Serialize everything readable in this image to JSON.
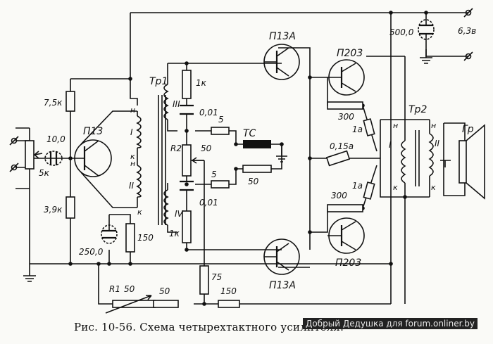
{
  "caption": "Рис. 10-56. Схема четырехтактного усилителя.",
  "watermark": "Добрый Дедушка для forum.onliner.by",
  "labels": {
    "supply_v": "6,3в",
    "c_supply": "500,0",
    "c_in": "10,0",
    "pot_in": "5к",
    "t_driver": "П13",
    "r_75k": "7,5к",
    "r_39k": "3,9к",
    "c_250": "250,0",
    "r_150a": "150",
    "tr1": "Тр1",
    "w_I": "I",
    "w_II": "II",
    "w_III": "III",
    "w_IV": "IV",
    "h1": "н",
    "k1": "к",
    "h2": "н",
    "k2": "к",
    "r_1k_top": "1к",
    "r_1k_bot": "1к",
    "c_001_top": "0,01",
    "c_001_bot": "0,01",
    "r2": "R2",
    "r2_val": "50",
    "r_5_top": "5",
    "r_5_bot": "5",
    "tc": "ТС",
    "r_50_tc": "50",
    "t_p13a_top": "П13А",
    "t_p13a_bot": "П13А",
    "t_p203_top": "П203",
    "t_p203_bot": "П203",
    "r_300_top": "300",
    "r_300_bot": "300",
    "f_1a_top": "1а",
    "f_1a_bot": "1а",
    "f_015a": "0,15а",
    "tr2": "Тр2",
    "w2_I": "I",
    "w2_II": "II",
    "h3": "н",
    "k3": "к",
    "h4": "н",
    "k4": "к",
    "speaker": "Гр",
    "r1": "R1",
    "r1_val": "50",
    "r_50_line": "50",
    "r_150_line": "150",
    "r_75": "75"
  }
}
